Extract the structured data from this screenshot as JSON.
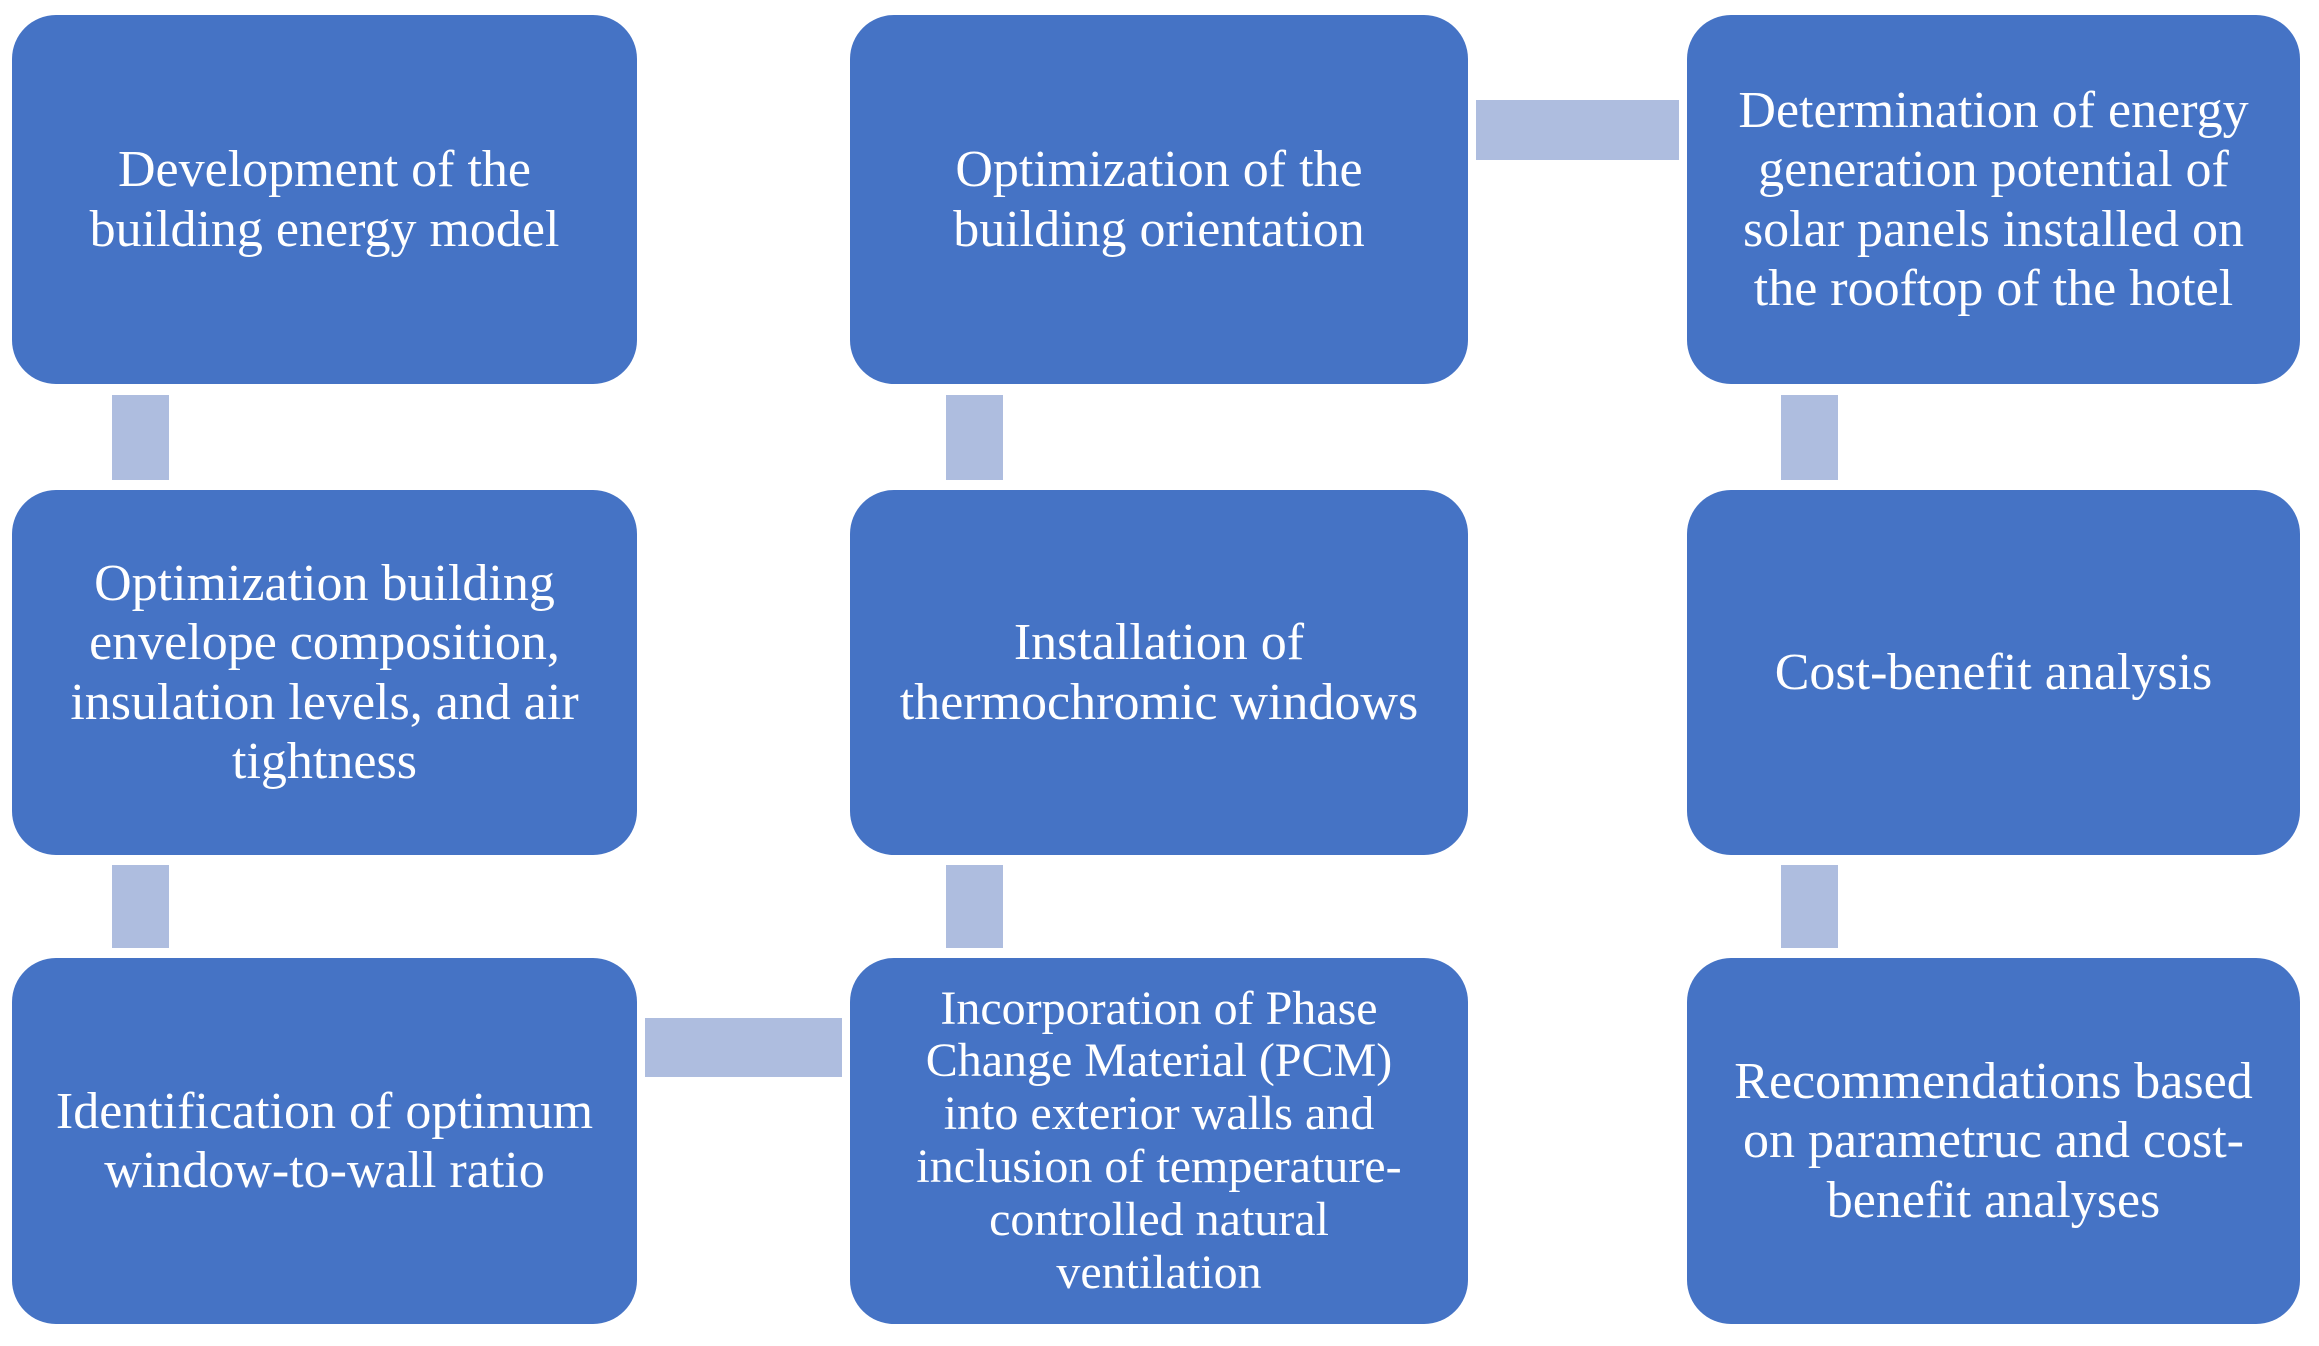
{
  "figure": {
    "type": "process-flow-diagram",
    "background_color": "#FFFFFF",
    "box_fill_color": "#4573C5",
    "box_text_color": "#FFFFFF",
    "connector_fill_color": "#AEBDDF"
  },
  "boxes": [
    {
      "id": "development-energy-model",
      "col": 1,
      "row": 1,
      "lines": [
        "Development of the",
        "building energy model"
      ],
      "label": "Development of the building energy model"
    },
    {
      "id": "envelope-optimization",
      "col": 1,
      "row": 2,
      "lines": [
        "Optimization building",
        "envelope composition,",
        "insulation levels, and air",
        "tightness"
      ],
      "label": "Optimization building envelope composition, insulation levels, and air tightness"
    },
    {
      "id": "window-wall-ratio",
      "col": 1,
      "row": 3,
      "lines": [
        "Identification of optimum",
        "window-to-wall ratio"
      ],
      "label": "Identification of optimum window-to-wall ratio"
    },
    {
      "id": "building-orientation",
      "col": 2,
      "row": 1,
      "lines": [
        "Optimization of the",
        "building orientation"
      ],
      "label": "Optimization of the building orientation"
    },
    {
      "id": "thermochromic-windows",
      "col": 2,
      "row": 2,
      "lines": [
        "Installation of",
        "thermochromic windows"
      ],
      "label": "Installation of thermochromic windows"
    },
    {
      "id": "pcm-natural-ventilation",
      "col": 2,
      "row": 3,
      "lines": [
        "Incorporation of Phase",
        "Change Material (PCM)",
        "into exterior walls and",
        "inclusion of temperature-",
        "controlled natural",
        "ventilation"
      ],
      "label": "Incorporation of Phase Change Material (PCM) into exterior walls and inclusion of temperature-controlled natural ventilation"
    },
    {
      "id": "solar-generation-potential",
      "col": 3,
      "row": 1,
      "lines": [
        "Determination of energy",
        "generation potential of",
        "solar panels installed on",
        "the rooftop of the hotel"
      ],
      "label": "Determination of energy generation potential of solar panels installed on the rooftop of the hotel"
    },
    {
      "id": "cost-benefit-analysis",
      "col": 3,
      "row": 2,
      "lines": [
        "Cost-benefit analysis"
      ],
      "label": "Cost-benefit analysis"
    },
    {
      "id": "recommendations",
      "col": 3,
      "row": 3,
      "lines": [
        "Recommendations based",
        "on parametruc and cost-",
        "benefit analyses"
      ],
      "label": "Recommendations based on parametruc and cost-benefit analyses"
    }
  ],
  "connectors": [
    {
      "from": "development-energy-model",
      "to": "envelope-optimization",
      "direction": "down"
    },
    {
      "from": "envelope-optimization",
      "to": "window-wall-ratio",
      "direction": "down"
    },
    {
      "from": "window-wall-ratio",
      "to": "pcm-natural-ventilation",
      "direction": "right"
    },
    {
      "from": "pcm-natural-ventilation",
      "to": "thermochromic-windows",
      "direction": "up"
    },
    {
      "from": "thermochromic-windows",
      "to": "building-orientation",
      "direction": "up"
    },
    {
      "from": "building-orientation",
      "to": "solar-generation-potential",
      "direction": "right"
    },
    {
      "from": "solar-generation-potential",
      "to": "cost-benefit-analysis",
      "direction": "down"
    },
    {
      "from": "cost-benefit-analysis",
      "to": "recommendations",
      "direction": "down"
    }
  ]
}
